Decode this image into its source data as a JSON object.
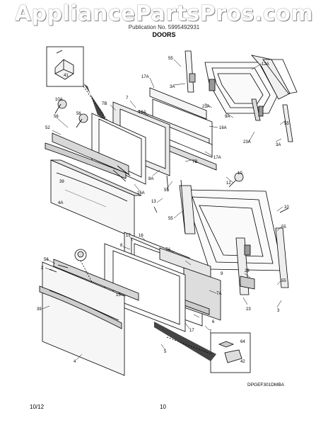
{
  "watermark": "AppliancePartsPros.com",
  "header": {
    "subtitle": "Publication No. 5995492931",
    "section": "DOORS"
  },
  "drawing_id": "DPGEF301DMBA",
  "footer": {
    "date": "10/12",
    "page": "10"
  },
  "callouts": {
    "c41": "41",
    "c55a": "55",
    "c12a": "12A",
    "c3a_top": "3A",
    "c17a_top": "17A",
    "c7": "7",
    "c7b": "7B",
    "c16a": "16A",
    "c23a": "23A",
    "c9a": "9A",
    "c10a": "10A",
    "c56": "56",
    "c56a": "56",
    "c52": "52",
    "c16a_b": "16A",
    "c55b": "55",
    "c3a_b": "3A",
    "c23a_b": "23A",
    "c17a_b": "17A",
    "c7b_b": "7B",
    "c8a": "8A",
    "c39a": "39",
    "c4a": "4A",
    "c16a_c": "16A",
    "c55c": "55",
    "c10": "10",
    "c12": "12",
    "c13": "13",
    "c10b": "10",
    "c55d": "55",
    "c17": "17",
    "c16": "16",
    "c8": "8",
    "c7a": "7A",
    "c56b": "56",
    "c2": "2",
    "c15": "15",
    "c23": "23",
    "c55e": "55",
    "c3": "3",
    "c7a_b": "7A",
    "c9": "9",
    "c23_b": "23",
    "c6": "6",
    "c39b": "39",
    "c4": "4",
    "c5": "5",
    "c17_b": "17",
    "c7_b": "7",
    "c64": "64",
    "c42": "42",
    "c55f": "55"
  }
}
